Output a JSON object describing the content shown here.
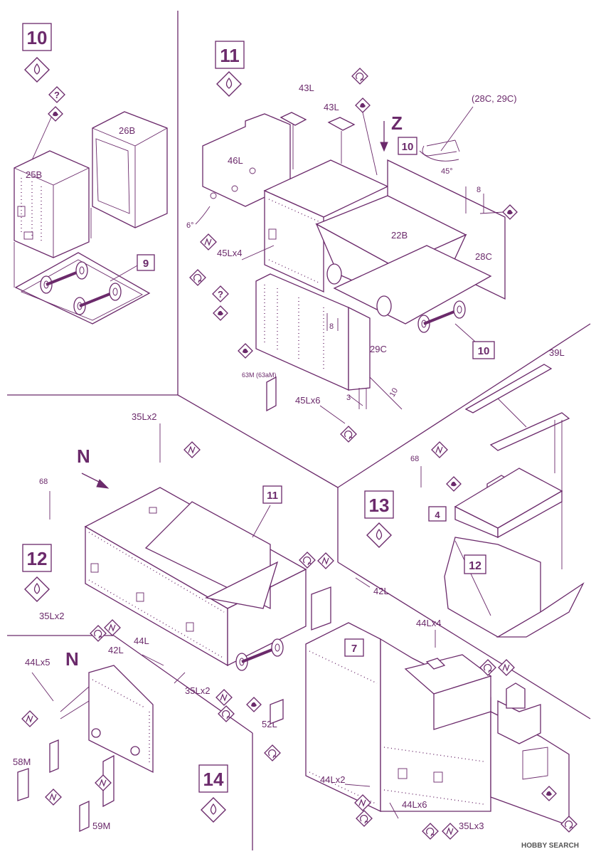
{
  "steps": [
    {
      "number": "10",
      "parts": [
        "25B",
        "26B"
      ],
      "subassembly": "9"
    },
    {
      "number": "11",
      "parts": [
        "43L",
        "43L",
        "46L",
        "22B",
        "28C",
        "29C",
        "45Lx4",
        "45Lx6",
        "63M (63aM)"
      ],
      "view": "Z",
      "detail": "(28C, 29C)",
      "detail_step": "10",
      "angles": [
        "45°",
        "6°"
      ],
      "dimensions": [
        "8",
        "8",
        "3",
        "10"
      ],
      "subassembly": "10"
    },
    {
      "number": "12",
      "parts": [
        "35Lx2",
        "35Lx2",
        "35Lx2",
        "42L",
        "44L",
        "42L",
        "52L"
      ],
      "reference_number": "68",
      "view": "N",
      "subassembly": "11"
    },
    {
      "number": "13",
      "parts": [
        "39L",
        "4"
      ],
      "reference_number": "68",
      "subassembly": "12"
    },
    {
      "number": "14",
      "parts": [
        "44Lx5",
        "58M",
        "59M",
        "44Lx4",
        "44Lx2",
        "44Lx6",
        "35Lx3"
      ],
      "view": "N",
      "subassembly": "7"
    }
  ],
  "watermark": "HOBBY SEARCH",
  "colors": {
    "ink": "#6b2a6b",
    "background": "#ffffff"
  },
  "icons": [
    "glue-drop-icon",
    "question-icon",
    "paint-icon",
    "zigzag-icon",
    "bend-icon"
  ]
}
